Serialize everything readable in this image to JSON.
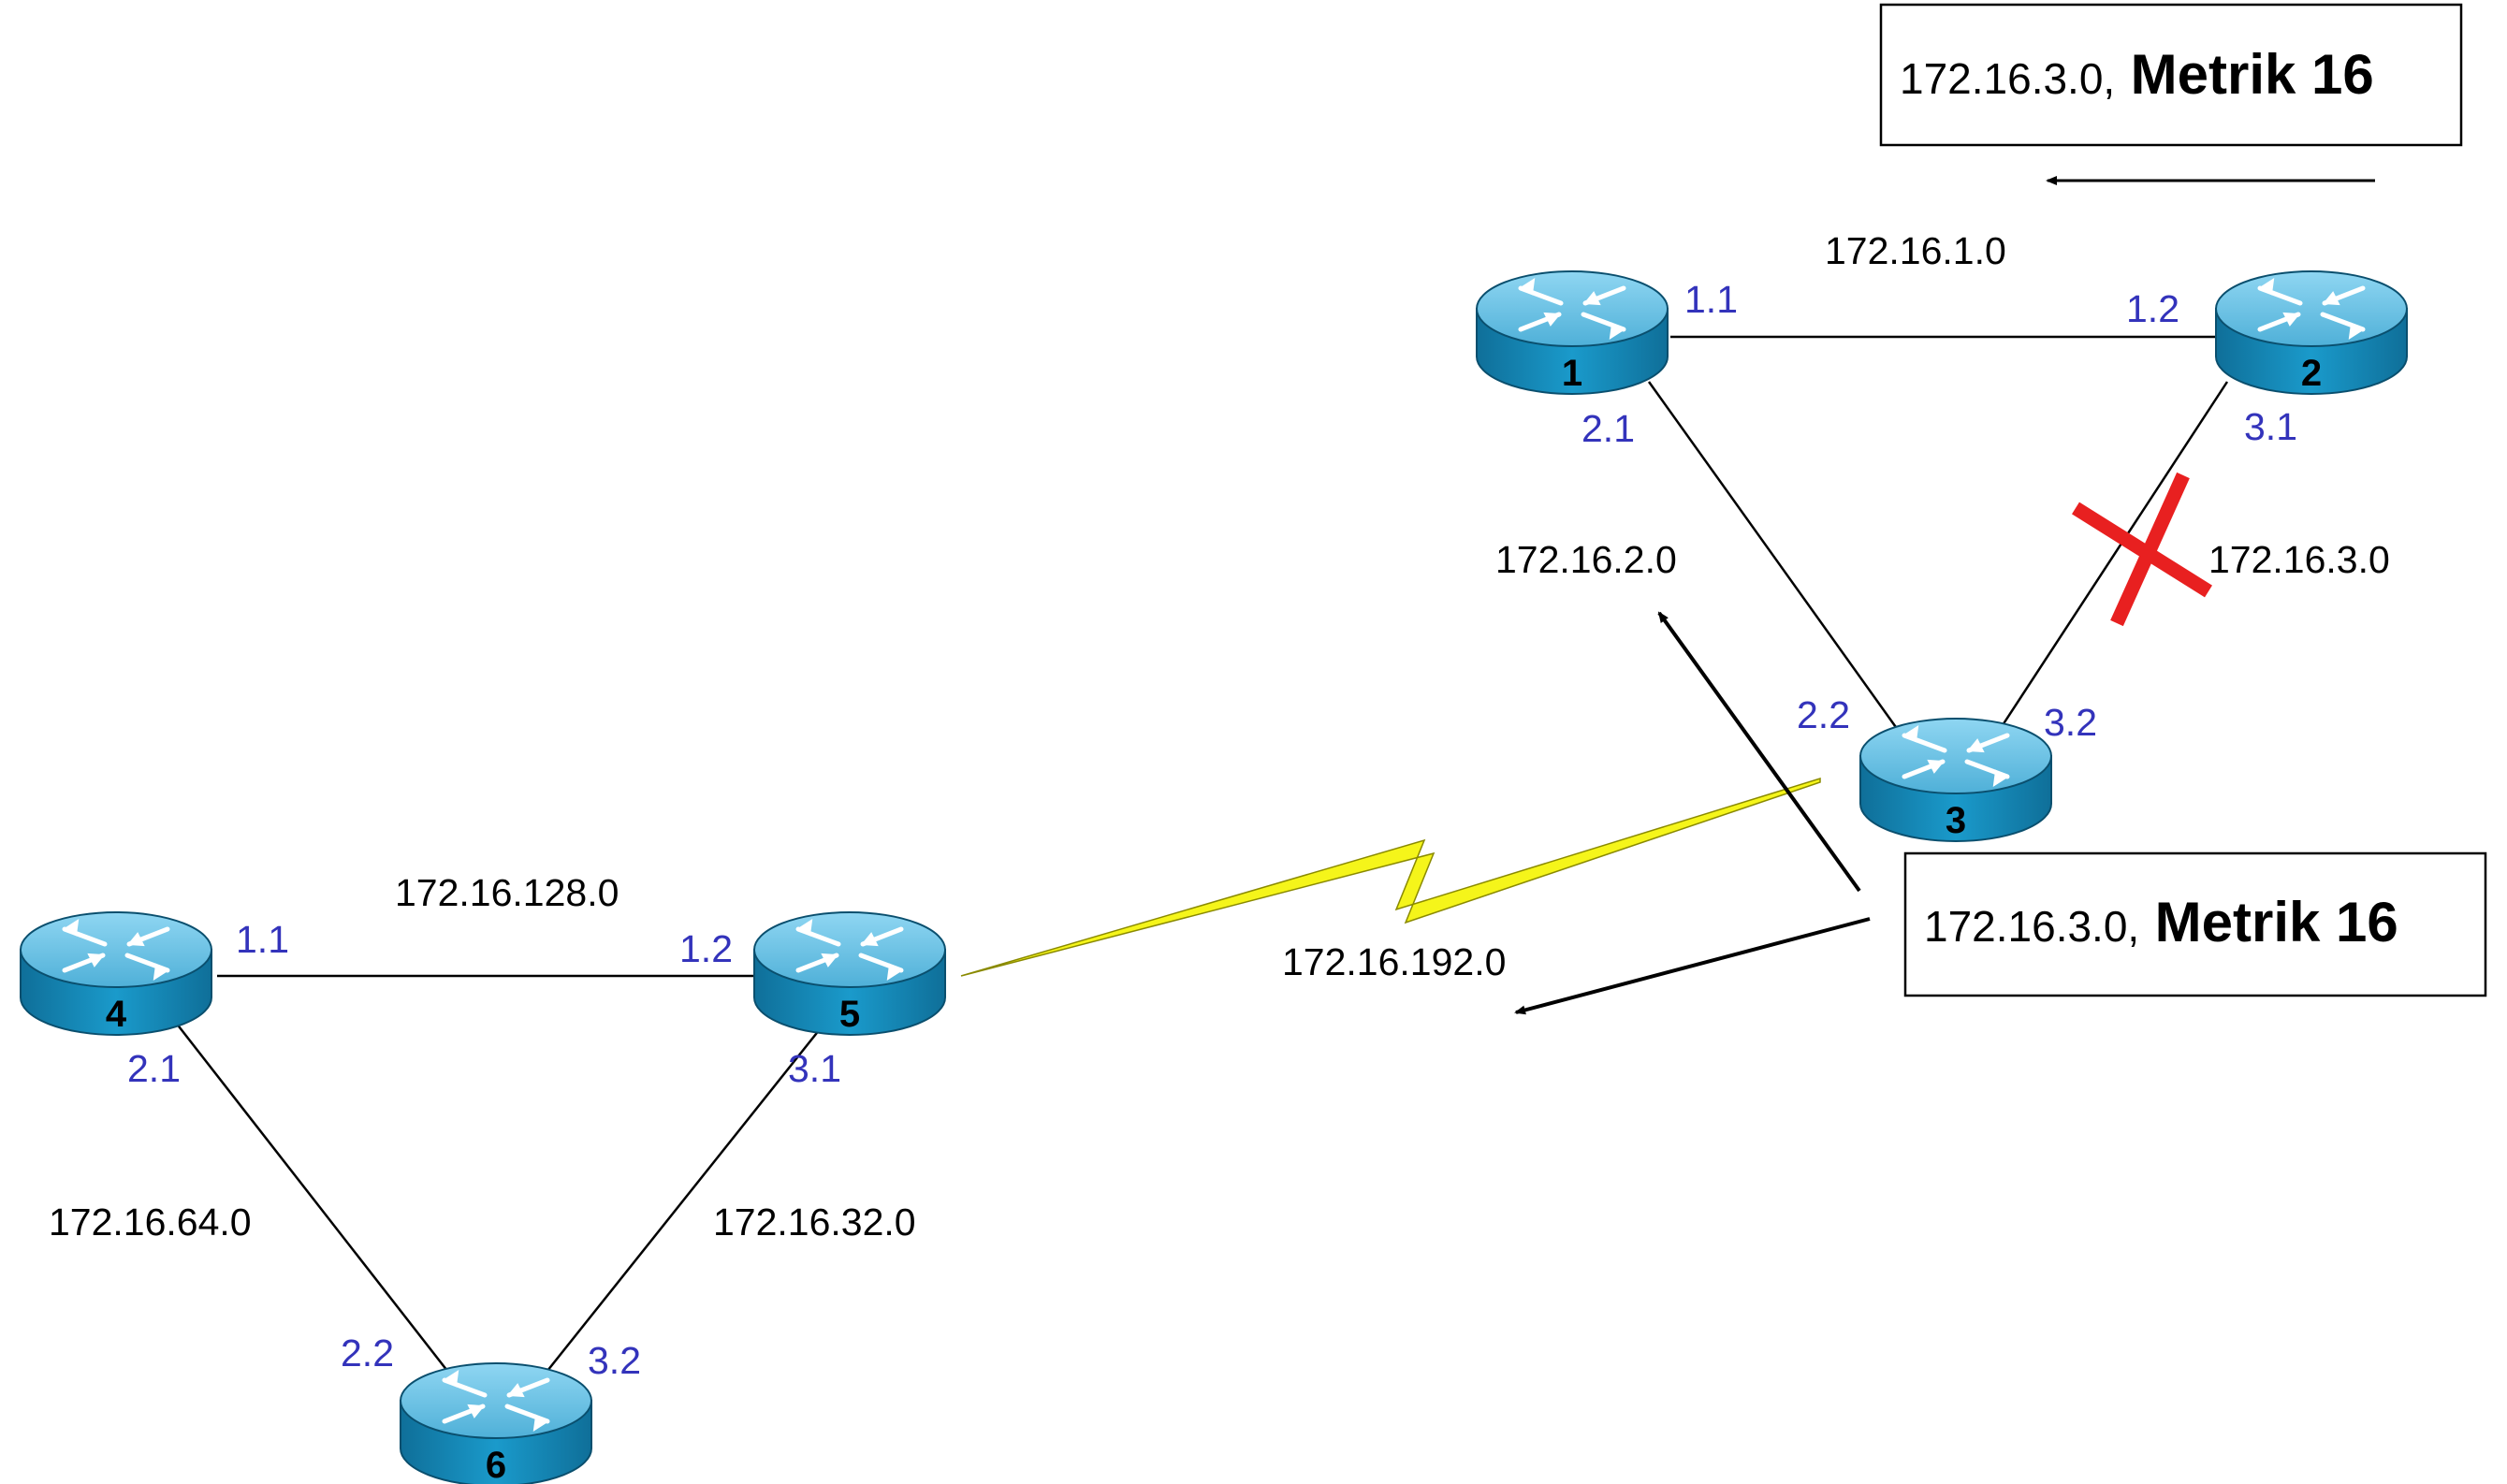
{
  "routers": [
    {
      "id": "1",
      "label": "1"
    },
    {
      "id": "2",
      "label": "2"
    },
    {
      "id": "3",
      "label": "3"
    },
    {
      "id": "4",
      "label": "4"
    },
    {
      "id": "5",
      "label": "5"
    },
    {
      "id": "6",
      "label": "6"
    }
  ],
  "networks": {
    "n1": "172.16.1.0",
    "n2": "172.16.2.0",
    "n3": "172.16.3.0",
    "n128": "172.16.128.0",
    "n192": "172.16.192.0",
    "n64": "172.16.64.0",
    "n32": "172.16.32.0"
  },
  "interfaces": {
    "r1_a": "1.1",
    "r1_b": "2.1",
    "r2_a": "1.2",
    "r2_b": "3.1",
    "r3_a": "2.2",
    "r3_b": "3.2",
    "r4_a": "1.1",
    "r4_b": "2.1",
    "r5_a": "1.2",
    "r5_b": "3.1",
    "r6_a": "2.2",
    "r6_b": "3.2"
  },
  "updates": [
    {
      "network": "172.16.3.0,",
      "metric": "Metrik 16"
    },
    {
      "network": "172.16.3.0,",
      "metric": "Metrik 16"
    }
  ],
  "colors": {
    "interface_label": "#3333bb",
    "router_body": "#1a8fbf",
    "router_top": "#6cc4e6",
    "serial_link": "#f5f51a",
    "failed_link_mark": "#e82020"
  }
}
